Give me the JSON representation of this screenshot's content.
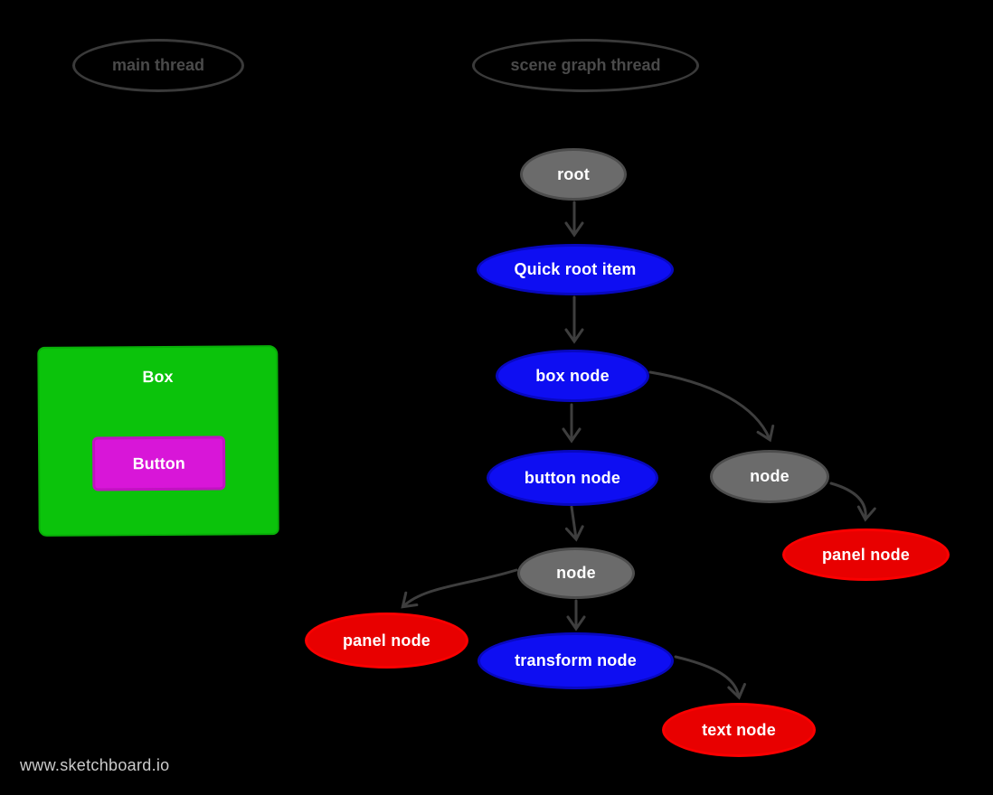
{
  "canvas": {
    "background": "#000000"
  },
  "threads": {
    "main": {
      "label": "main thread"
    },
    "scene_graph": {
      "label": "scene graph thread"
    }
  },
  "main_thread_ui": {
    "box_label": "Box",
    "button_label": "Button",
    "box_color": "#0bc30b",
    "button_color": "#d816d8"
  },
  "nodes": {
    "root": {
      "label": "root",
      "color": "gray"
    },
    "quick_root_item": {
      "label": "Quick root item",
      "color": "blue"
    },
    "box_node": {
      "label": "box node",
      "color": "blue"
    },
    "button_node": {
      "label": "button node",
      "color": "blue"
    },
    "node_right": {
      "label": "node",
      "color": "gray"
    },
    "panel_node_right": {
      "label": "panel node",
      "color": "red"
    },
    "node_center": {
      "label": "node",
      "color": "gray"
    },
    "panel_node_left": {
      "label": "panel node",
      "color": "red"
    },
    "transform_node": {
      "label": "transform node",
      "color": "blue"
    },
    "text_node": {
      "label": "text node",
      "color": "red"
    }
  },
  "edges": [
    {
      "from": "root",
      "to": "quick_root_item"
    },
    {
      "from": "quick_root_item",
      "to": "box_node"
    },
    {
      "from": "box_node",
      "to": "button_node"
    },
    {
      "from": "box_node",
      "to": "node_right"
    },
    {
      "from": "node_right",
      "to": "panel_node_right"
    },
    {
      "from": "button_node",
      "to": "node_center"
    },
    {
      "from": "node_center",
      "to": "panel_node_left"
    },
    {
      "from": "node_center",
      "to": "transform_node"
    },
    {
      "from": "transform_node",
      "to": "text_node"
    }
  ],
  "colors": {
    "background": "#000000",
    "edge": "#3e3e3e",
    "node_gray": "#6b6b6b",
    "node_gray_border": "#4d4d4d",
    "node_blue": "#0e0ef2",
    "node_blue_border": "#0808c0",
    "node_red": "#e80000",
    "node_red_border": "#fb0000",
    "green": "#0bc30b",
    "magenta": "#d816d8",
    "thread_border": "#3a3a3a",
    "thread_text": "#4a4a4a",
    "watermark": "#cbcbcb"
  },
  "watermark": {
    "text": "www.sketchboard.io"
  }
}
